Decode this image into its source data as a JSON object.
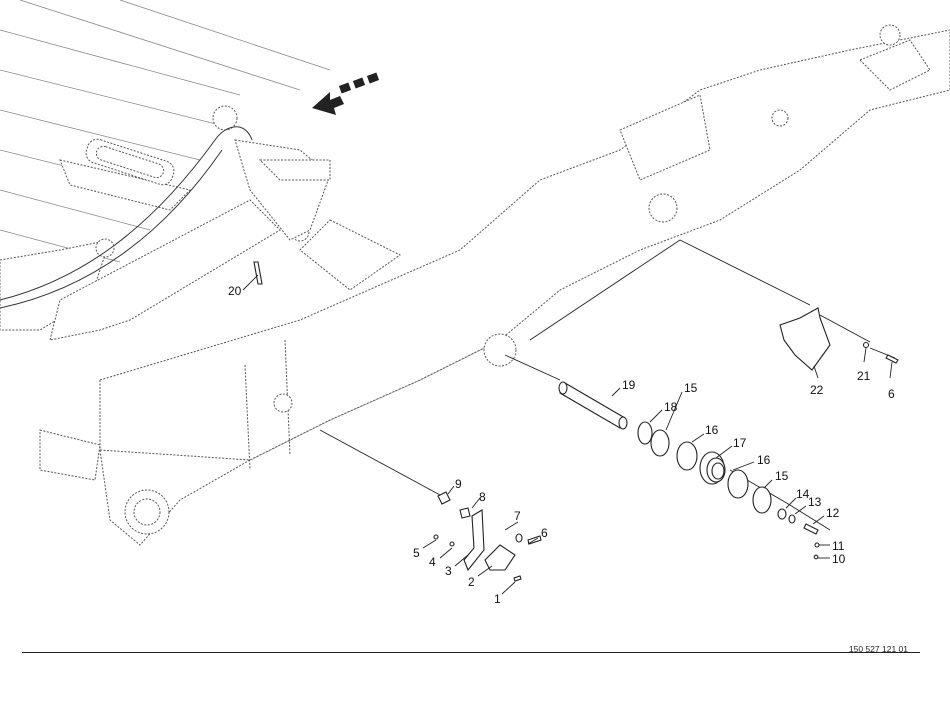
{
  "document_code": "150 527 121 01",
  "callouts": [
    {
      "id": "1",
      "label": "1"
    },
    {
      "id": "2",
      "label": "2"
    },
    {
      "id": "3",
      "label": "3"
    },
    {
      "id": "4",
      "label": "4"
    },
    {
      "id": "5",
      "label": "5"
    },
    {
      "id": "6a",
      "label": "6"
    },
    {
      "id": "6b",
      "label": "6"
    },
    {
      "id": "7",
      "label": "7"
    },
    {
      "id": "8",
      "label": "8"
    },
    {
      "id": "9",
      "label": "9"
    },
    {
      "id": "10",
      "label": "10"
    },
    {
      "id": "11",
      "label": "11"
    },
    {
      "id": "12",
      "label": "12"
    },
    {
      "id": "13",
      "label": "13"
    },
    {
      "id": "14",
      "label": "14"
    },
    {
      "id": "15a",
      "label": "15"
    },
    {
      "id": "15b",
      "label": "15"
    },
    {
      "id": "16a",
      "label": "16"
    },
    {
      "id": "16b",
      "label": "16"
    },
    {
      "id": "17",
      "label": "17"
    },
    {
      "id": "18",
      "label": "18"
    },
    {
      "id": "19",
      "label": "19"
    },
    {
      "id": "20",
      "label": "20"
    },
    {
      "id": "21",
      "label": "21"
    },
    {
      "id": "22",
      "label": "22"
    }
  ]
}
